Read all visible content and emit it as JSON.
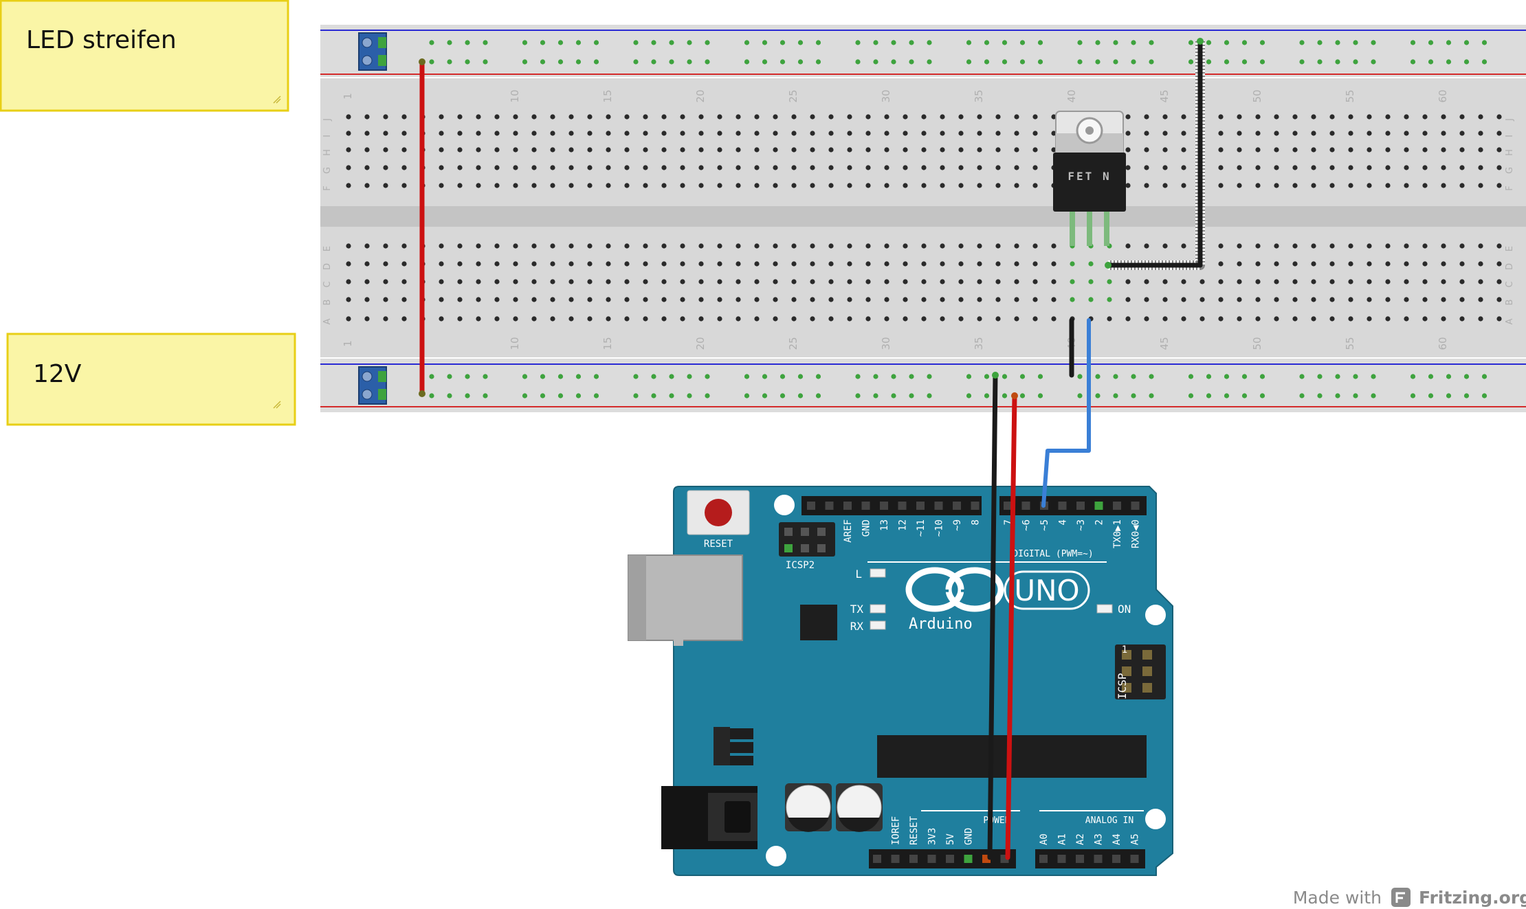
{
  "notes": {
    "led_strip": "LED streifen",
    "supply": "12V"
  },
  "breadboard": {
    "row_letters_top": [
      "J",
      "I",
      "H",
      "G",
      "F"
    ],
    "row_letters_bottom": [
      "E",
      "D",
      "C",
      "B",
      "A"
    ],
    "column_numbers": [
      "1",
      "10",
      "15",
      "20",
      "25",
      "30",
      "35",
      "40",
      "45",
      "50",
      "55",
      "60"
    ]
  },
  "transistor": {
    "label": "FET N"
  },
  "arduino": {
    "reset_label": "RESET",
    "icsp2_label": "ICSP2",
    "icsp_label": "ICSP",
    "icsp_pin1": "1",
    "digital_label": "DIGITAL (PWM=~)",
    "digital_pins": [
      "AREF",
      "GND",
      "13",
      "12",
      "~11",
      "~10",
      "~9",
      "8",
      "7",
      "~6",
      "~5",
      "4",
      "~3",
      "2",
      "TX0▶1",
      "RX0◀0"
    ],
    "led_l": "L",
    "led_tx": "TX",
    "led_rx": "RX",
    "led_on": "ON",
    "logo_symbols": "−  +",
    "brand": "Arduino",
    "model": "UNO",
    "power_label": "POWER",
    "power_pins": [
      "IOREF",
      "RESET",
      "3V3",
      "5V",
      "GND"
    ],
    "analog_label": "ANALOG IN",
    "analog_pins": [
      "A0",
      "A1",
      "A2",
      "A3",
      "A4",
      "A5"
    ]
  },
  "credit": {
    "made_with": "Made with",
    "brand": "Fritzing.org"
  },
  "colors": {
    "note_fill": "#faf5a6",
    "note_border": "#e8cf16",
    "breadboard": "#d8d8d8",
    "rail_blue": "#2a2ad4",
    "rail_red": "#d42a2a",
    "hole_active": "#3ea33e",
    "board_teal": "#1f7f9e",
    "wire_red": "#cc1111",
    "wire_black": "#1a1a1a",
    "wire_blue": "#3a7fd6"
  }
}
